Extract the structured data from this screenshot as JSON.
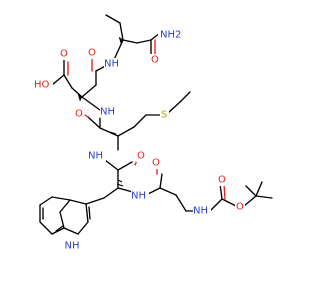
{
  "atoms": {
    "amide_nh2": "NH2",
    "amide_o_top": "O",
    "acid_o": "O",
    "acid_oh": "HO",
    "asp_carbonyl_o": "O",
    "nh_1": "NH",
    "nh_2": "NH",
    "met_carbonyl_o": "O",
    "sulfur": "S",
    "nh_3": "NH",
    "trp_carbonyl_o": "O",
    "nh_4": "NH",
    "beta_ala_o": "O",
    "nh_5": "NH",
    "boc_o_carbonyl": "O",
    "boc_o_ester": "O",
    "indole_nh": "NH"
  },
  "colors": {
    "oxygen": "#e8201b",
    "nitrogen": "#2a3ed6",
    "sulfur": "#b8a300",
    "carbon": "#000000"
  }
}
